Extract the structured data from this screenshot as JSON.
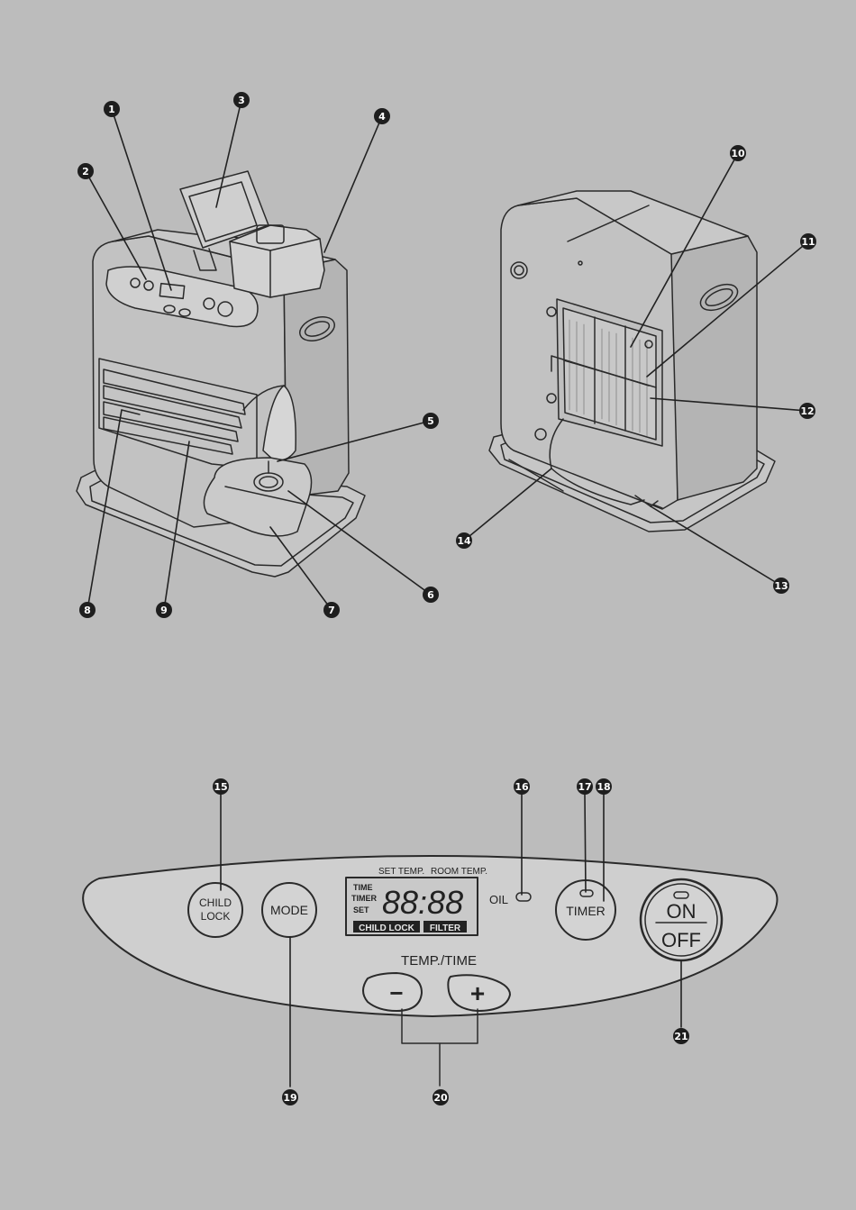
{
  "callouts": [
    "1",
    "2",
    "3",
    "4",
    "5",
    "6",
    "7",
    "8",
    "9",
    "10",
    "11",
    "12",
    "13",
    "14",
    "15",
    "16",
    "17",
    "18",
    "19",
    "20",
    "21"
  ],
  "panel": {
    "child_lock_line1": "CHILD",
    "child_lock_line2": "LOCK",
    "mode_label": "MODE",
    "set_temp_label": "SET TEMP.",
    "room_temp_label": "ROOM TEMP.",
    "time_label": "TIME",
    "timer_small_label": "TIMER",
    "set_label": "SET",
    "digits": "88:88",
    "child_lock_badge": "CHILD LOCK",
    "filter_badge": "FILTER",
    "oil_label": "OIL",
    "timer_label": "TIMER",
    "on_label": "ON",
    "off_label": "OFF",
    "temp_time_label": "TEMP./TIME",
    "minus_label": "−",
    "plus_label": "+"
  },
  "colors": {
    "background": "#bcbcbc",
    "line": "#2a2a2a",
    "callout_fill": "#1e1e1e",
    "panel_fill": "#cfcfcf",
    "lcd_fill": "#c9c9c9"
  }
}
